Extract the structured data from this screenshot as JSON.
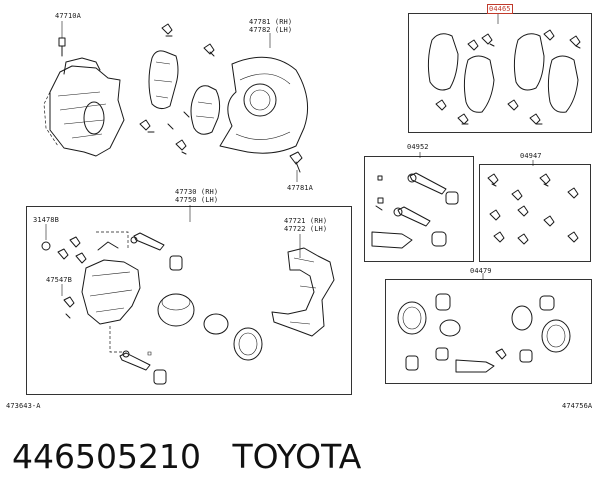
{
  "parts": {
    "p47710A": "47710A",
    "p47781": "47781 (RH)",
    "p47782": "47782 (LH)",
    "p04465": "04465",
    "p04952": "04952",
    "p04947": "04947",
    "p47781A": "47781A",
    "p47730": "47730 (RH)",
    "p47750": "47750 (LH)",
    "p31478B": "31478B",
    "p47721": "47721 (RH)",
    "p47722": "47722 (LH)",
    "p47547B": "47547B",
    "p04479": "04479"
  },
  "codes": {
    "left": "473643-A",
    "right": "474756A"
  },
  "footer": {
    "part_number": "446505210",
    "brand": "TOYOTA"
  }
}
